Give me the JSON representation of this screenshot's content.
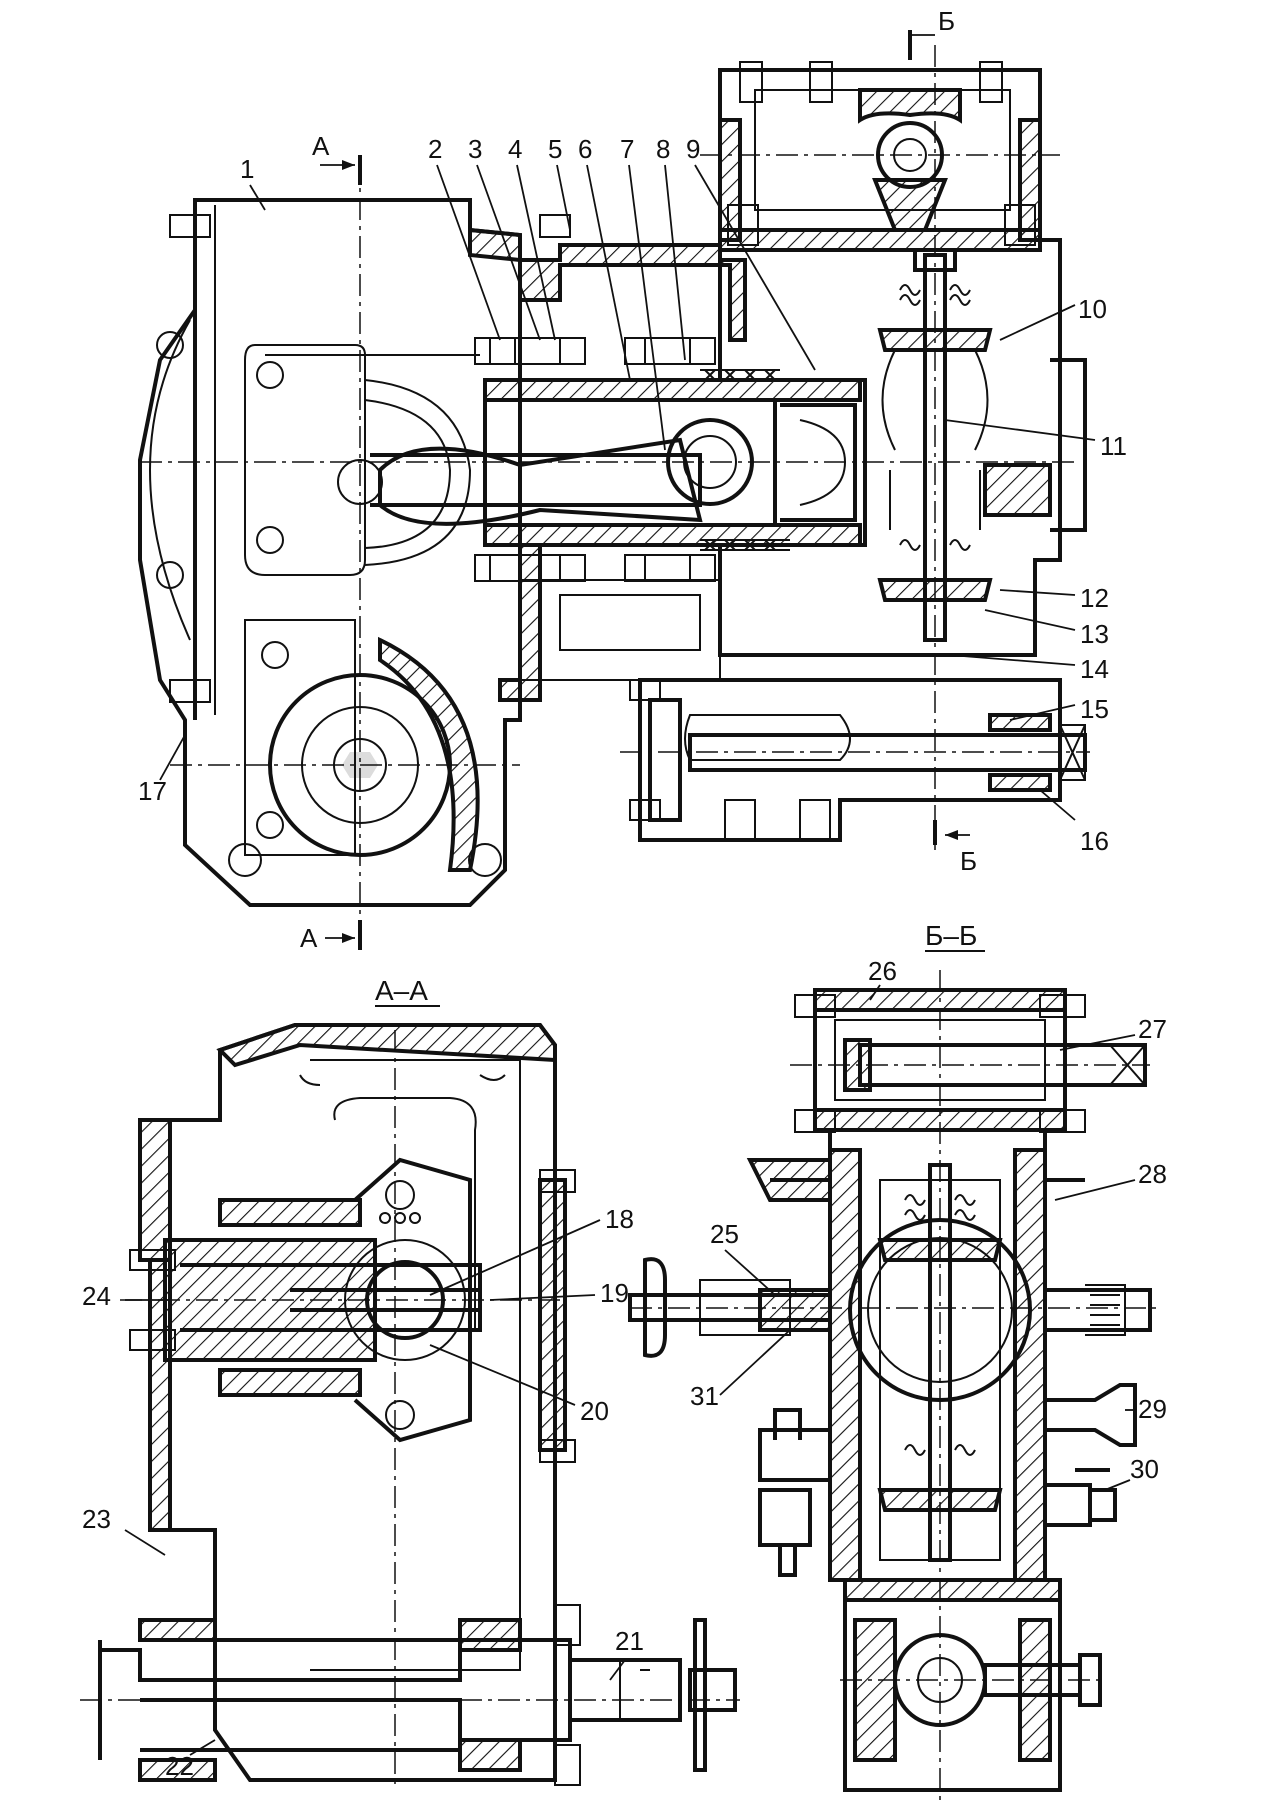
{
  "callouts": {
    "c1": "1",
    "c2": "2",
    "c3": "3",
    "c4": "4",
    "c5": "5",
    "c6": "6",
    "c7": "7",
    "c8": "8",
    "c9": "9",
    "c10": "10",
    "c11": "11",
    "c12": "12",
    "c13": "13",
    "c14": "14",
    "c15": "15",
    "c16": "16",
    "c17": "17",
    "c18": "18",
    "c19": "19",
    "c20": "20",
    "c21": "21",
    "c22": "22",
    "c23": "23",
    "c24": "24",
    "c25": "25",
    "c26": "26",
    "c27": "27",
    "c28": "28",
    "c29": "29",
    "c30": "30",
    "c31": "31"
  },
  "sections": {
    "a_top": "А",
    "a_bottom": "А",
    "b_top": "Б",
    "b_bottom": "Б",
    "view_aa": "А–А",
    "view_bb": "Б–Б"
  }
}
